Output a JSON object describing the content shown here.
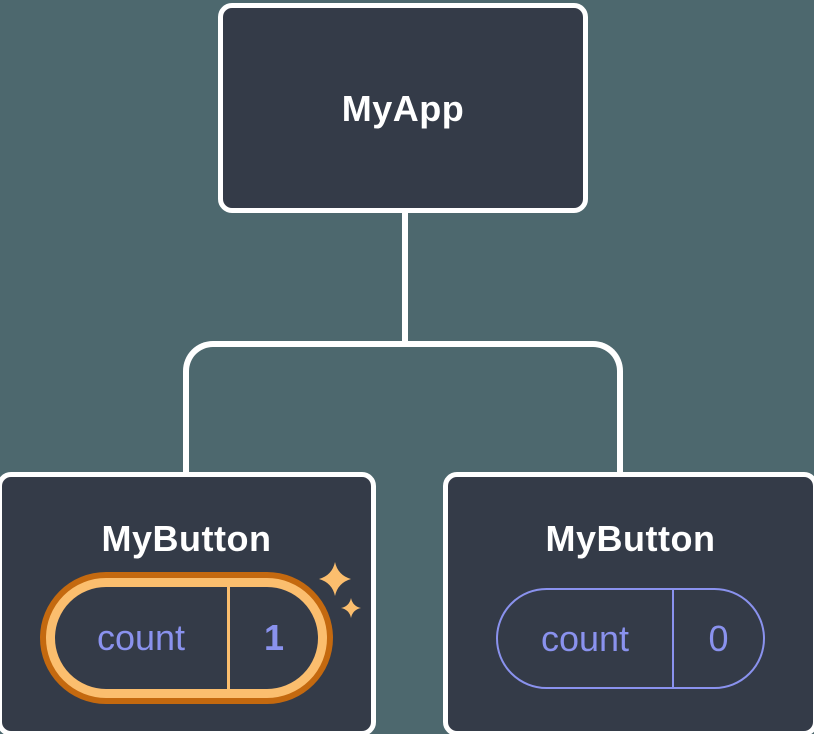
{
  "diagram": {
    "description": "Component tree showing isolated state between two button instances",
    "root_node": {
      "label": "MyApp"
    },
    "children": [
      {
        "label": "MyButton",
        "state_key": "count",
        "state_value": "1",
        "highlighted": true
      },
      {
        "label": "MyButton",
        "state_key": "count",
        "state_value": "0",
        "highlighted": false
      }
    ],
    "icons": {
      "sparkles": "sparkles-icon (two four-point stars)"
    },
    "colors": {
      "background": "#4d686e",
      "node_fill": "#343b48",
      "node_border": "#ffffff",
      "connector": "#ffffff",
      "state_text": "#8a92ee",
      "state_outline": "#8a92ee",
      "highlight_inner": "#fbbe6e",
      "highlight_outer": "#c4690f"
    }
  }
}
